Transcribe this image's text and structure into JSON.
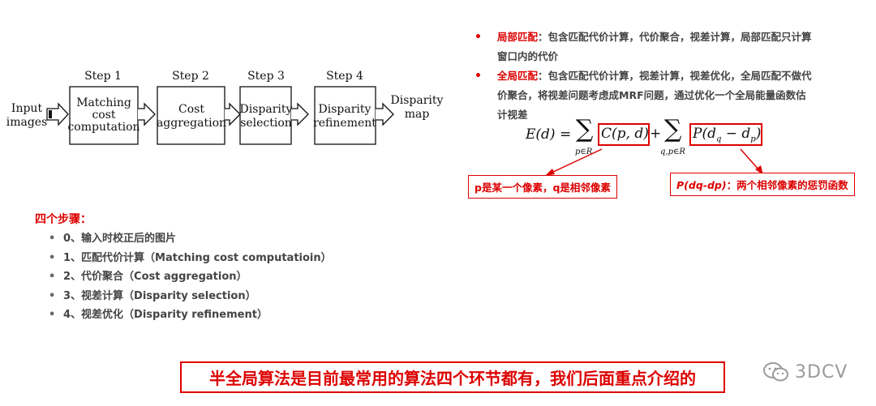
{
  "pipeline": {
    "input_label": [
      "Input",
      "images"
    ],
    "output_label": [
      "Disparity",
      "map"
    ],
    "steps": [
      {
        "step": "Step 1",
        "lines": [
          "Matching",
          "cost",
          "computation"
        ]
      },
      {
        "step": "Step 2",
        "lines": [
          "Cost",
          "aggregation"
        ]
      },
      {
        "step": "Step 3",
        "lines": [
          "Disparity",
          "selection"
        ]
      },
      {
        "step": "Step 4",
        "lines": [
          "Disparity",
          "refinement"
        ]
      }
    ]
  },
  "bullets": [
    {
      "keyword": "局部匹配",
      "text": "：包含匹配代价计算，代价聚合，视差计算，局部匹配只计算窗口内的代价"
    },
    {
      "keyword": "全局匹配",
      "text": "：包含匹配代价计算，视差计算，视差优化，全局匹配不做代价聚合，将视差问题考虑成MRF问题，通过优化一个全局能量函数估计视差"
    }
  ],
  "formula": {
    "lhs": "E(d) =",
    "sum1_sub": "p∈R",
    "term1": "C(p, d)",
    "plus": "+",
    "sum2_sub": "q,p∈R",
    "term2": "P(d",
    "term2_sub_q": "q",
    "term2_minus": " − d",
    "term2_sub_p": "p",
    "term2_close": ")"
  },
  "annotations": {
    "left": "p是某一个像素，q是相邻像素",
    "right_italic": "P(dq-dp)",
    "right_text": "：两个相邻像素的惩罚函数"
  },
  "steps_title": "四个步骤：",
  "steps": [
    "0、输入时校正后的图片",
    "1、匹配代价计算（Matching cost computatioin）",
    "2、代价聚合（Cost aggregation）",
    "3、视差计算（Disparity selection）",
    "4、视差优化（Disparity refinement）"
  ],
  "footer": "半全局算法是目前最常用的算法四个环节都有，我们后面重点介绍的",
  "watermark": "3DCV",
  "colors": {
    "accent": "#dd0000",
    "text": "#444444",
    "watermark": "#9a9a9a"
  }
}
